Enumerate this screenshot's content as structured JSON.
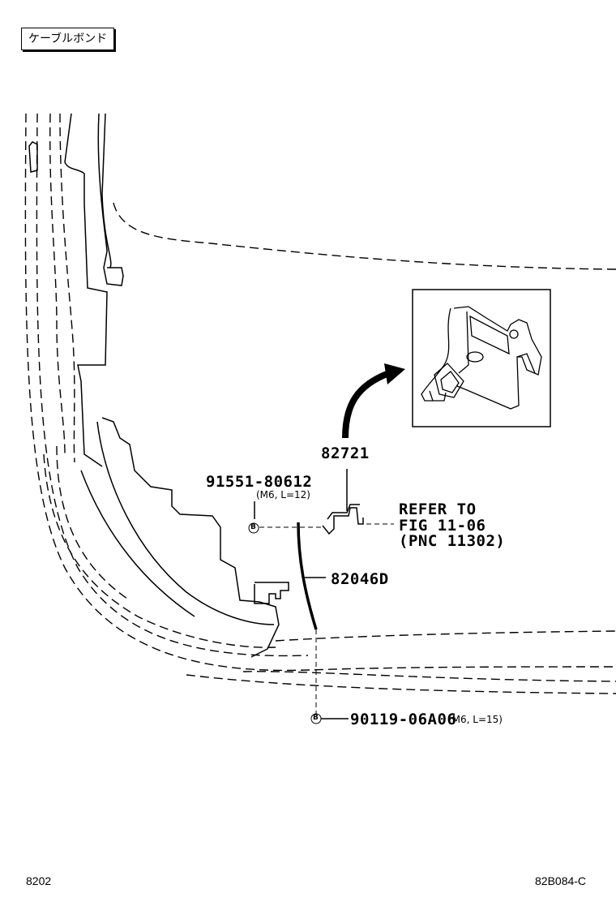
{
  "title": "ケーブルボンド",
  "parts": {
    "bracket": "82721",
    "bolt": "91551-80612",
    "bolt_spec": "(M6, L=12)",
    "bond_cable": "82046D",
    "screw": "90119-06A06",
    "screw_spec": "(M6, L=15)"
  },
  "refer": {
    "line1": "REFER TO",
    "line2": "FIG 11-06",
    "line3": "(PNC 11302)"
  },
  "markers": {
    "fastener": "B"
  },
  "footer": {
    "left": "8202",
    "right": "82B084-C"
  }
}
